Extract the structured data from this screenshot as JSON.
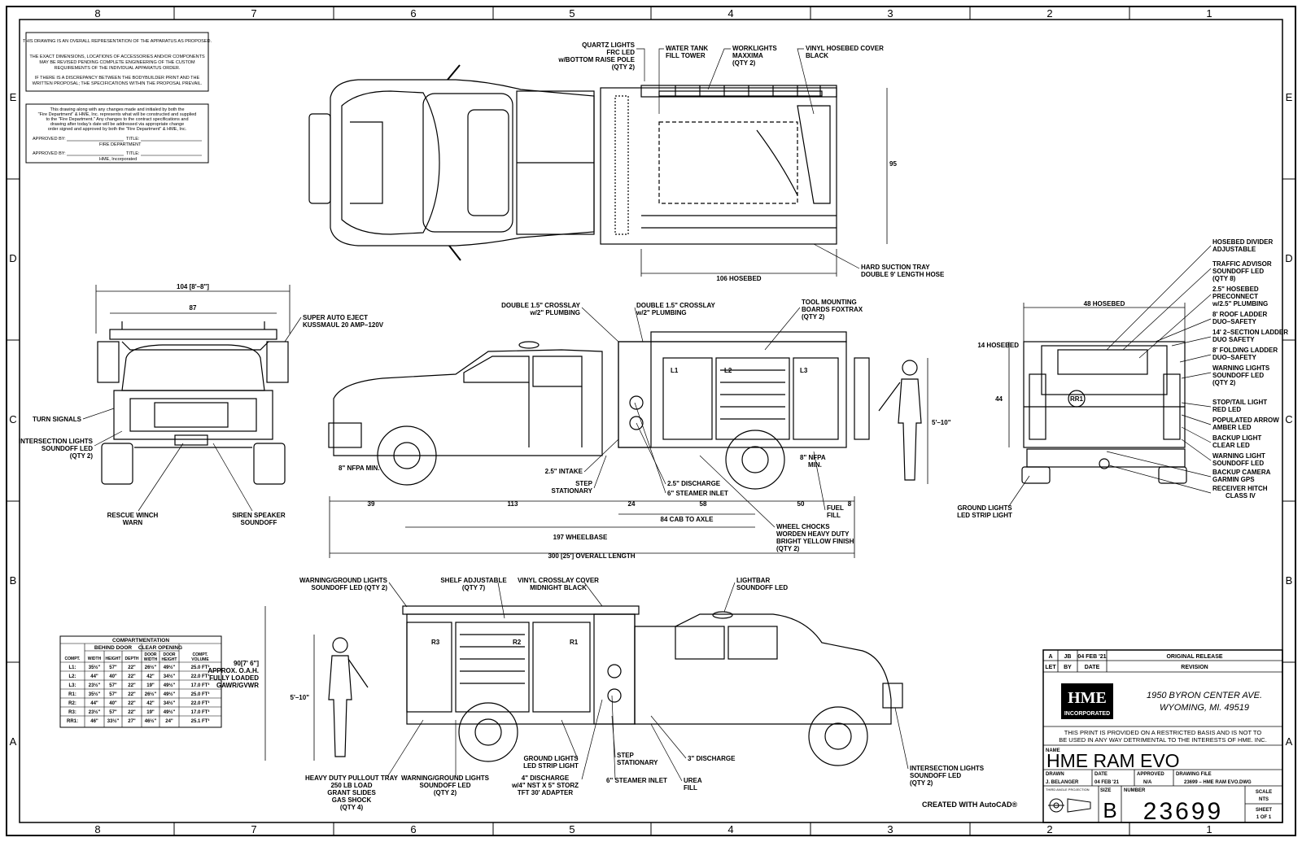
{
  "zones": {
    "columns": [
      "8",
      "7",
      "6",
      "5",
      "4",
      "3",
      "2",
      "1"
    ],
    "rows": [
      "E",
      "D",
      "C",
      "B",
      "A"
    ]
  },
  "notes": {
    "overall": [
      "THIS DRAWING IS AN OVERALL REPRESENTATION OF THE APPARATUS AS PROPOSED.",
      "THE EXACT DIMENSIONS, LOCATIONS OF ACCESSORIES AND/OR COMPONENTS",
      "MAY BE REVISED PENDING COMPLETE ENGINEERING OF THE CUSTOM",
      "REQUIREMENTS OF THE INDIVIDUAL APPARATUS ORDER.",
      "IF THERE IS A DISCREPANCY BETWEEN THE BODYBUILDER PRINT AND THE",
      "WRITTEN PROPOSAL; THE SPECIFICATIONS WITHIN THE PROPOSAL PREVAIL."
    ],
    "approval": [
      "This drawing along with any changes made and initialed by both the",
      "\"Fire Department\" & HME, Inc. represents what will be constructed and supplied",
      "to the \"Fire Department.\" Any changes to the contract specifications and",
      "drawing after today's date will be addressed via appropriate change",
      "order signed and approved by both the \"Fire Department\" & HME, Inc."
    ],
    "approved_by": "APPROVED BY:",
    "title": "TITLE:",
    "fire_department": "FIRE DEPARTMENT",
    "hme_incorporated": "HME, Incorporated"
  },
  "callouts": {
    "top_view": {
      "quartz_lights": "QUARTZ LIGHTS",
      "frc_led": "FRC LED",
      "raise_pole": "w/BOTTOM RAISE POLE",
      "raise_pole_qty": "(QTY 2)",
      "water_tank": "WATER TANK",
      "fill_tower": "FILL TOWER",
      "worklights": "WORKLIGHTS",
      "maxxima": "MAXXIMA",
      "worklights_qty": "(QTY 2)",
      "vinyl_hosebed": "VINYL HOSEBED COVER",
      "black": "BLACK",
      "dim_95": "95",
      "dim_106": "106 HOSEBED",
      "hard_suction": "HARD SUCTION TRAY",
      "double_hose": "DOUBLE 9' LENGTH HOSE"
    },
    "front_view": {
      "dim_104": "104 [8'–8\"]",
      "dim_87": "87",
      "auto_eject": "SUPER AUTO EJECT",
      "kussmaul": "KUSSMAUL 20 AMP–120V",
      "turn_signals": "TURN SIGNALS",
      "intersection": "INTERSECTION LIGHTS",
      "soundoff_led": "SOUNDOFF LED",
      "qty2": "(QTY 2)",
      "rescue_winch": "RESCUE WINCH",
      "warn": "WARN",
      "siren_speaker": "SIREN SPEAKER",
      "soundoff": "SOUNDOFF"
    },
    "side_view": {
      "crosslay1": "DOUBLE 1.5\" CROSSLAY",
      "plumbing1": "w/2\" PLUMBING",
      "crosslay2": "DOUBLE 1.5\" CROSSLAY",
      "plumbing2": "w/2\" PLUMBING",
      "tool_boards": "TOOL MOUNTING",
      "foxtrax": "BOARDS FOXTRAX",
      "tool_qty": "(QTY 2)",
      "comp_l1": "L1",
      "comp_l2": "L2",
      "comp_l3": "L3",
      "height": "5'–10\"",
      "nfpa_front": "8\" NFPA MIN.",
      "nfpa_rear": "8\" NFPA",
      "nfpa_rear_min": "MIN.",
      "intake": "2.5\" INTAKE",
      "step": "STEP",
      "stationary": "STATIONARY",
      "discharge": "2.5\" DISCHARGE",
      "steamer": "6\" STEAMER INLET",
      "fuel": "FUEL",
      "fill": "FILL",
      "dim_39": "39",
      "dim_113": "113",
      "dim_24": "24",
      "dim_58": "58",
      "dim_50": "50",
      "dim_8": "8",
      "cab_to_axle": "84 CAB TO AXLE",
      "wheelbase": "197 WHEELBASE",
      "overall": "300 [25'] OVERALL LENGTH",
      "wheel_chocks": "WHEEL CHOCKS",
      "worden": "WORDEN HEAVY DUTY",
      "yellow": "BRIGHT YELLOW FINISH",
      "chocks_qty": "(QTY 2)"
    },
    "rear_view": {
      "dim_48": "48 HOSEBED",
      "dim_14": "14 HOSEBED",
      "dim_44": "44",
      "comp_rr1": "RR1",
      "divider": "HOSEBED DIVIDER",
      "adjustable": "ADJUSTABLE",
      "traffic": "TRAFFIC ADVISOR",
      "traffic_led": "SOUNDOFF LED",
      "traffic_qty": "(QTY 8)",
      "preconnect1": "2.5\" HOSEBED",
      "preconnect2": "PRECONNECT",
      "preconnect3": "w/2.5\" PLUMBING",
      "roof_ladder": "8' ROOF LADDER",
      "duo_safety1": "DUO–SAFETY",
      "ext_ladder": "14' 2–SECTION LADDER",
      "duo_safety2": "DUO SAFETY",
      "folding": "8' FOLDING LADDER",
      "duo_safety3": "DUO–SAFETY",
      "warning_lights": "WARNING LIGHTS",
      "warning_led": "SOUNDOFF LED",
      "warning_qty": "(QTY 2)",
      "stop_tail": "STOP/TAIL LIGHT",
      "red_led": "RED LED",
      "arrow": "POPULATED ARROW",
      "amber": "AMBER LED",
      "backup": "BACKUP LIGHT",
      "clear": "CLEAR LED",
      "warning_light": "WARNING LIGHT",
      "warning_light_led": "SOUNDOFF LED",
      "camera": "BACKUP CAMERA",
      "garmin": "GARMIN GPS",
      "hitch": "RECEIVER HITCH",
      "class": "CLASS IV",
      "ground": "GROUND LIGHTS",
      "strip": "LED STRIP LIGHT"
    },
    "officer_view": {
      "warning_ground": "WARNING/GROUND LIGHTS",
      "soundoff_qty": "SOUNDOFF LED (QTY 2)",
      "shelf": "SHELF ADJUSTABLE",
      "shelf_qty": "(QTY 7)",
      "vinyl": "VINYL CROSSLAY COVER",
      "midnight": "MIDNIGHT BLACK",
      "lightbar": "LIGHTBAR",
      "lightbar_led": "SOUNDOFF LED",
      "oah1": "90[7' 6\"]",
      "oah2": "APPROX. O.A.H.",
      "oah3": "FULLY LOADED",
      "oah4": "GAWR/GVWR",
      "height": "5'–10\"",
      "comp_r3": "R3",
      "comp_r2": "R2",
      "comp_r1": "R1",
      "pullout1": "HEAVY DUTY PULLOUT TRAY",
      "pullout2": "250 LB LOAD",
      "pullout3": "GRANT SLIDES",
      "pullout4": "GAS SHOCK",
      "pullout5": "(QTY 4)",
      "wg2": "WARNING/GROUND LIGHTS",
      "wg2b": "SOUNDOFF LED",
      "wg2c": "(QTY 2)",
      "ground1": "GROUND LIGHTS",
      "ground2": "LED STRIP LIGHT",
      "disch1": "4\" DISCHARGE",
      "disch2": "w/4\" NST X 5\" STORZ",
      "disch3": "TFT 30' ADAPTER",
      "step": "STEP",
      "stationary": "STATIONARY",
      "steamer": "6\" STEAMER INLET",
      "disch3in": "3\" DISCHARGE",
      "urea": "UREA",
      "urea_fill": "FILL",
      "intersection": "INTERSECTION LIGHTS",
      "intersection_led": "SOUNDOFF LED",
      "intersection_qty": "(QTY 2)"
    }
  },
  "compartment_table": {
    "title": "COMPARTMENTATION",
    "group_behind": "BEHIND DOOR",
    "group_clear": "CLEAR OPENING",
    "headers": [
      "COMPT.",
      "WIDTH",
      "HEIGHT",
      "DEPTH",
      "DOOR WIDTH",
      "DOOR HEIGHT",
      "COMPT. VOLUME"
    ],
    "rows": [
      [
        "L1:",
        "35½\"",
        "57\"",
        "22\"",
        "26½\"",
        "49½\"",
        "25.0 FT³"
      ],
      [
        "L2:",
        "44\"",
        "40\"",
        "22\"",
        "42\"",
        "34½\"",
        "22.0 FT³"
      ],
      [
        "L3:",
        "23½\"",
        "57\"",
        "22\"",
        "19\"",
        "49½\"",
        "17.0 FT³"
      ],
      [
        "R1:",
        "35½\"",
        "57\"",
        "22\"",
        "26½\"",
        "49½\"",
        "25.0 FT³"
      ],
      [
        "R2:",
        "44\"",
        "40\"",
        "22\"",
        "42\"",
        "34½\"",
        "22.0 FT³"
      ],
      [
        "R3:",
        "23½\"",
        "57\"",
        "22\"",
        "19\"",
        "49½\"",
        "17.0 FT³"
      ],
      [
        "RR1:",
        "46\"",
        "33½\"",
        "27\"",
        "46½\"",
        "24\"",
        "25.1 FT³"
      ]
    ]
  },
  "title_block": {
    "rev_letter": "A",
    "rev_by": "JB",
    "rev_date": "04 FEB '21",
    "rev_desc": "ORIGINAL RELEASE",
    "hdr_let": "LET",
    "hdr_by": "BY",
    "hdr_date": "DATE",
    "hdr_revision": "REVISION",
    "logo_main": "HME",
    "logo_sub": "INCORPORATED",
    "address1": "1950 BYRON CENTER AVE.",
    "address2": "WYOMING, MI. 49519",
    "restriction1": "THIS PRINT IS PROVIDED ON A RESTRICTED BASIS AND IS NOT TO",
    "restriction2": "BE USED IN ANY WAY DETRIMENTAL TO THE INTERESTS OF HME. INC.",
    "name_label": "NAME",
    "name": "HME    RAM    EVO",
    "drawn_label": "DRAWN",
    "drawn": "J. BELANGER",
    "date_label": "DATE",
    "date": "04 FEB '21",
    "approved_label": "APPROVED",
    "approved": "N/A",
    "file_label": "DRAWING FILE",
    "file": "23699 – HME RAM EVO.DWG",
    "projection_label": "THIRD ANGLE PROJECTION",
    "size_label": "SIZE",
    "size": "B",
    "number_label": "NUMBER",
    "number": "23699",
    "scale_label": "SCALE",
    "scale": "NTS",
    "sheet_label": "SHEET",
    "sheet": "1 OF 1"
  },
  "footer": {
    "created_with": "CREATED WITH AutoCAD®"
  }
}
